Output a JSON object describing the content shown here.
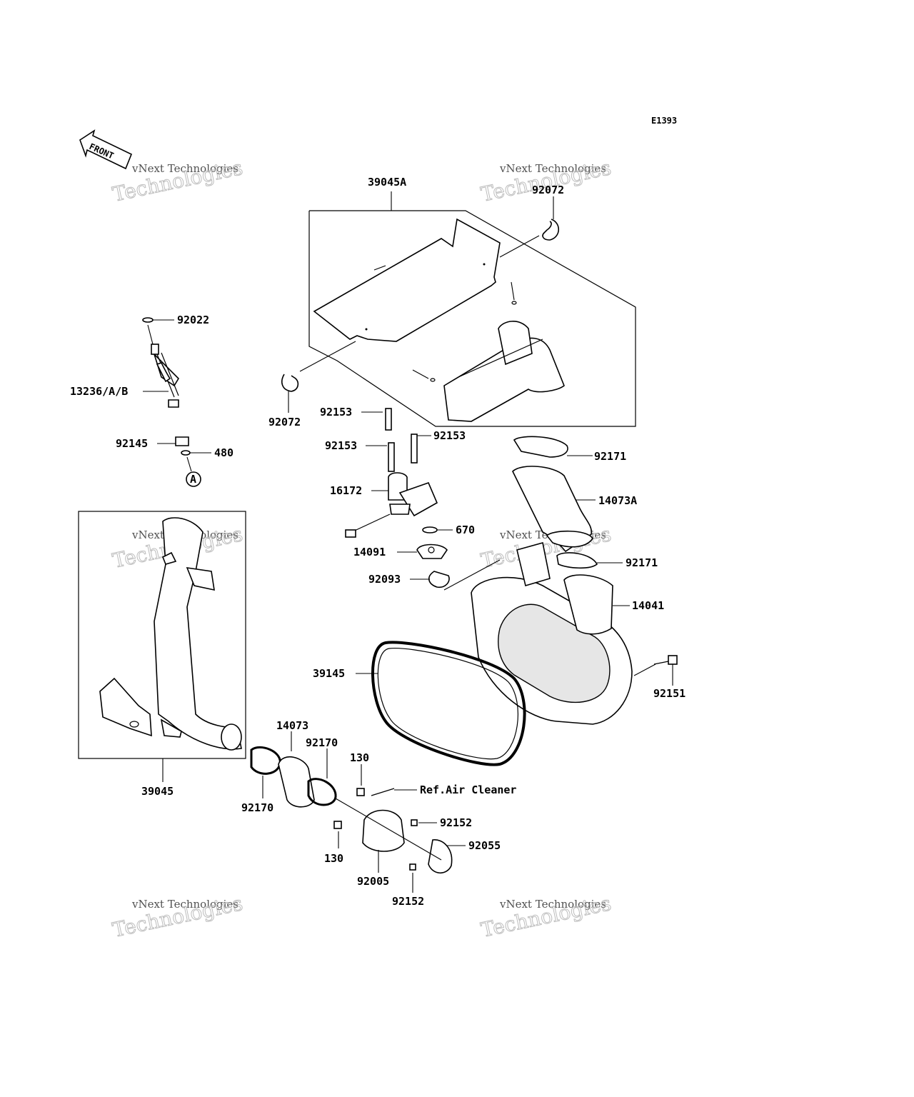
{
  "diagram_code": "E1393",
  "front_label": "FRONT",
  "callout_a": "A",
  "watermark": {
    "line1": "vNext Technologies",
    "line2": "Technologies"
  },
  "labels": {
    "p39045A": "39045A",
    "p92072_top": "92072",
    "p92072_left": "92072",
    "p92022": "92022",
    "p13236": "13236/A/B",
    "p92145": "92145",
    "p480": "480",
    "p92153_a": "92153",
    "p92153_b": "92153",
    "p92153_c": "92153",
    "p92171_top": "92171",
    "p14073A": "14073A",
    "p16172": "16172",
    "p670": "670",
    "p14091": "14091",
    "p92171_mid": "92171",
    "p92093": "92093",
    "p14041": "14041",
    "p39145": "39145",
    "p92151": "92151",
    "p14073": "14073",
    "p92170_mid": "92170",
    "p130_top": "130",
    "ref_air_cleaner": "Ref.Air Cleaner",
    "p92152_top": "92152",
    "p92055": "92055",
    "p39045": "39045",
    "p92170_left": "92170",
    "p130_bottom": "130",
    "p92005": "92005",
    "p92152_bottom": "92152"
  }
}
